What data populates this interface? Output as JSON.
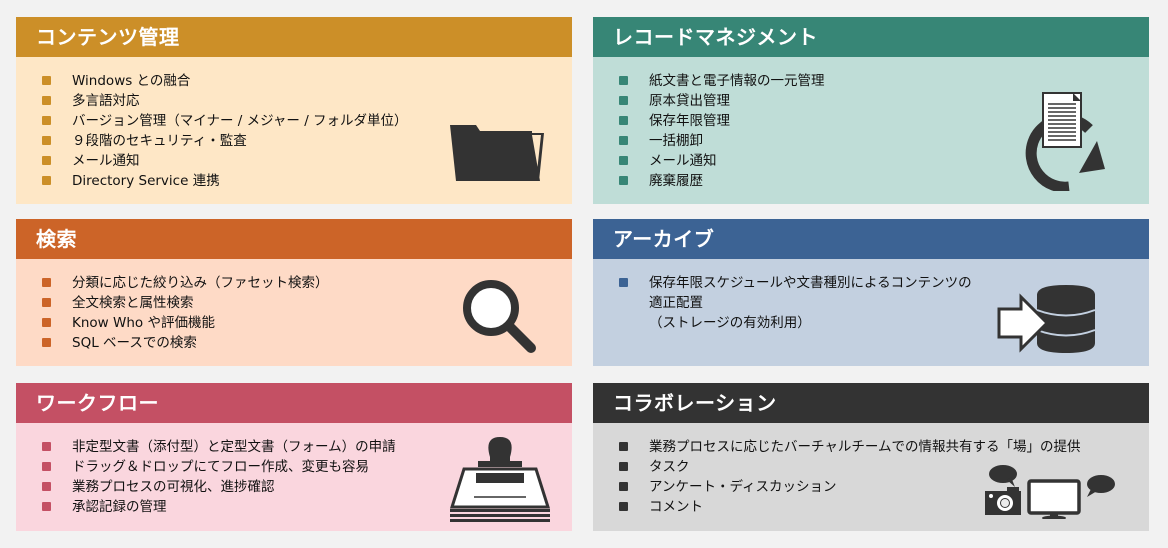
{
  "colors": {
    "background": "#f2f2f2",
    "content_management": {
      "header": "#cc8f28",
      "body": "#fee7c6"
    },
    "record_management": {
      "header": "#378676",
      "body": "#bfddd7"
    },
    "search": {
      "header": "#cc6428",
      "body": "#fedac6"
    },
    "archive": {
      "header": "#3c6394",
      "body": "#c3d0e0"
    },
    "workflow": {
      "header": "#c45064",
      "body": "#fad6de"
    },
    "collaboration": {
      "header": "#333333",
      "body": "#d8d8d8"
    },
    "icon": "#333333"
  },
  "panels": {
    "content_management": {
      "title": "コンテンツ管理",
      "icon": "folder-icon",
      "items": [
        "Windows との融合",
        "多言語対応",
        "バージョン管理（マイナー / メジャー / フォルダ単位）",
        "９段階のセキュリティ・監査",
        "メール通知",
        "Directory Service 連携"
      ]
    },
    "record_management": {
      "title": "レコードマネジメント",
      "icon": "document-cycle-icon",
      "items": [
        "紙文書と電子情報の一元管理",
        "原本貸出管理",
        "保存年限管理",
        "一括棚卸",
        "メール通知",
        "廃棄履歴"
      ]
    },
    "search": {
      "title": "検索",
      "icon": "magnifier-icon",
      "items": [
        "分類に応じた絞り込み（ファセット検索）",
        "全文検索と属性検索",
        "Know Who や評価機能",
        "SQL ベースでの検索"
      ]
    },
    "archive": {
      "title": "アーカイブ",
      "icon": "database-arrow-icon",
      "items": [
        {
          "lines": [
            "保存年限スケジュールや文書種別によるコンテンツの",
            "適正配置",
            "（ストレージの有効利用）"
          ]
        }
      ]
    },
    "workflow": {
      "title": "ワークフロー",
      "icon": "stamp-icon",
      "items": [
        "非定型文書（添付型）と定型文書（フォーム）の申請",
        "ドラッグ＆ドロップにてフロー作成、変更も容易",
        "業務プロセスの可視化、進捗確認",
        "承認記録の管理"
      ]
    },
    "collaboration": {
      "title": "コラボレーション",
      "icon": "camera-monitor-chat-icon",
      "items": [
        "業務プロセスに応じたバーチャルチームでの情報共有する「場」の提供",
        "タスク",
        "アンケート・ディスカッション",
        "コメント"
      ]
    }
  }
}
